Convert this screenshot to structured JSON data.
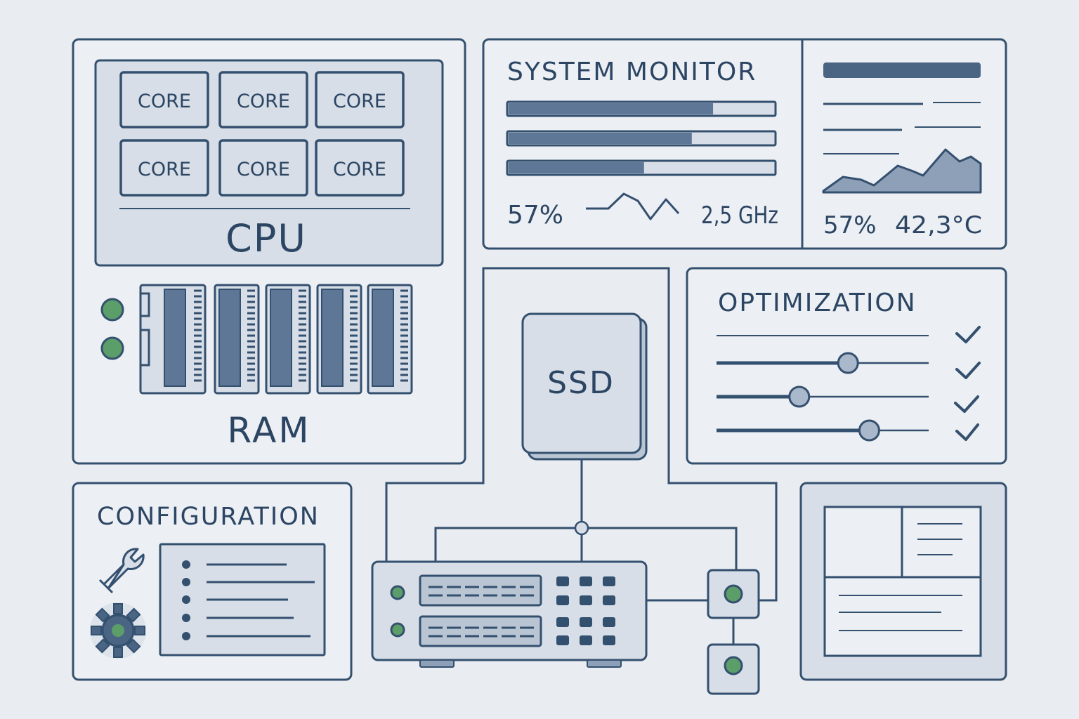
{
  "cpu": {
    "title": "CPU",
    "cores": [
      "CORE",
      "CORE",
      "CORE",
      "CORE",
      "CORE",
      "CORE"
    ]
  },
  "ram": {
    "title": "RAM"
  },
  "monitor": {
    "title": "SYSTEM MONITOR",
    "bars": [
      0.77,
      0.69,
      0.51
    ],
    "usage": "57%",
    "frequency": "2,5 GHz"
  },
  "stats": {
    "usage": "57%",
    "temperature": "42,3°C"
  },
  "optimization": {
    "title": "OPTIMIZATION",
    "sliders": [
      0.62,
      0.39,
      0.72
    ]
  },
  "storage": {
    "label": "SSD"
  },
  "configuration": {
    "title": "CONFIGURATION"
  },
  "colors": {
    "stroke": "#34506f",
    "panel": "#eceff3",
    "fill": "#5e7796",
    "led": "#5b9e6a"
  },
  "icons": [
    "wrench-icon",
    "gear-icon",
    "check-icon",
    "chart-icon"
  ]
}
